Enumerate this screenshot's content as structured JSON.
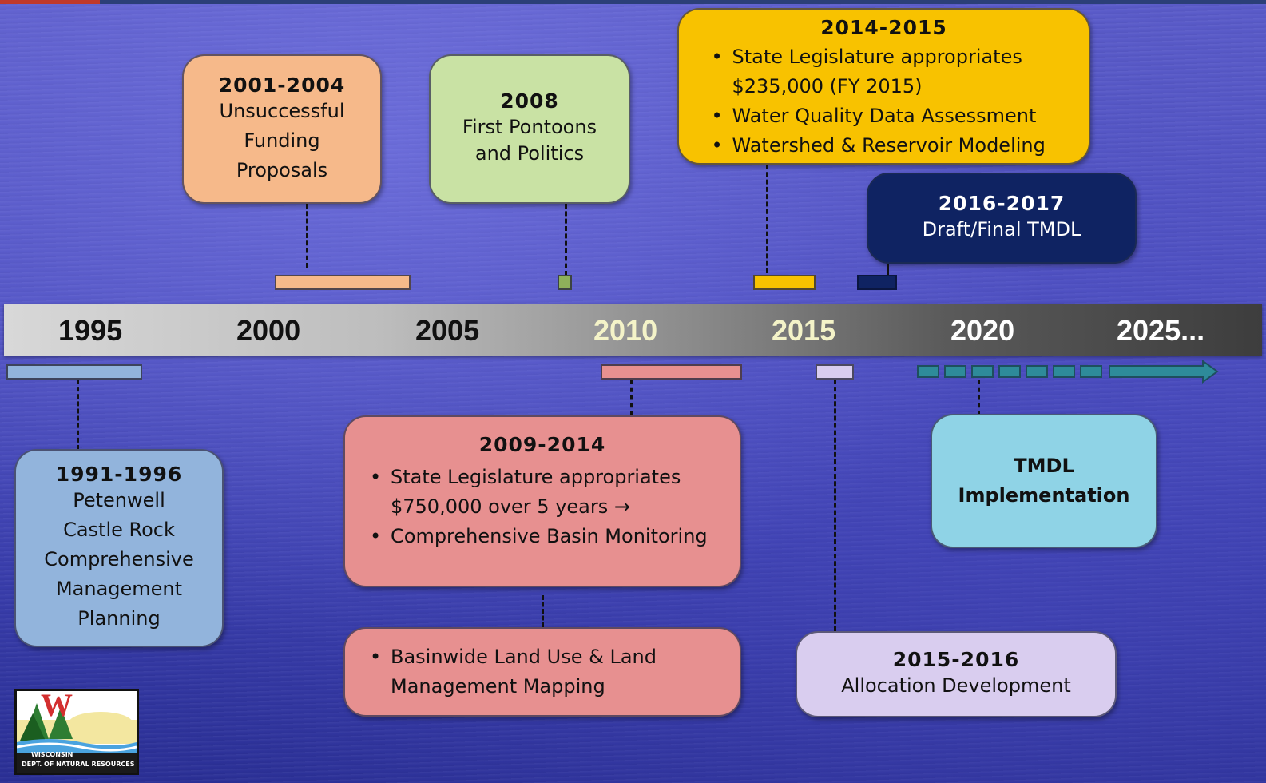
{
  "axis": {
    "years": [
      "1995",
      "2000",
      "2005",
      "2010",
      "2015",
      "2020",
      "2025..."
    ],
    "colors": {
      "dark_text": "#111111",
      "light_text": "#f4f3c8"
    }
  },
  "events": {
    "e1991": {
      "years": "1991-1996",
      "lines": [
        "Petenwell",
        "Castle Rock",
        "Comprehensive",
        "Management",
        "Planning"
      ],
      "color": "#92b4dc"
    },
    "e2001": {
      "years": "2001-2004",
      "lines": [
        "Unsuccessful",
        "Funding",
        "Proposals"
      ],
      "color": "#f6b98a"
    },
    "e2008": {
      "years": "2008",
      "lines": [
        "First Pontoons",
        "and Politics"
      ],
      "color": "#c9e2a4"
    },
    "e2014": {
      "years": "2014-2015",
      "bullets": [
        "State Legislature appropriates $235,000 (FY 2015)",
        "Water Quality Data Assessment",
        "Watershed & Reservoir Modeling"
      ],
      "color": "#f8c200"
    },
    "e2016": {
      "years": "2016-2017",
      "lines": [
        "Draft/Final TMDL"
      ],
      "color": "#0f2362"
    },
    "e2009": {
      "years": "2009-2014",
      "bullets": [
        "State Legislature appropriates $750,000 over 5 years →",
        "Comprehensive  Basin Monitoring"
      ],
      "color": "#e79090"
    },
    "e2009b": {
      "bullets": [
        "Basinwide Land Use & Land Management Mapping"
      ],
      "color": "#e79090"
    },
    "e2015": {
      "years": "2015-2016",
      "lines": [
        "Allocation Development"
      ],
      "color": "#d9cdef"
    },
    "tmdl": {
      "lines": [
        "TMDL",
        "Implementation"
      ],
      "color": "#8fd3e6"
    }
  },
  "logo": {
    "letter": "W",
    "caption_1": "WISCONSIN",
    "caption_2": "DEPT. OF NATURAL RESOURCES"
  }
}
